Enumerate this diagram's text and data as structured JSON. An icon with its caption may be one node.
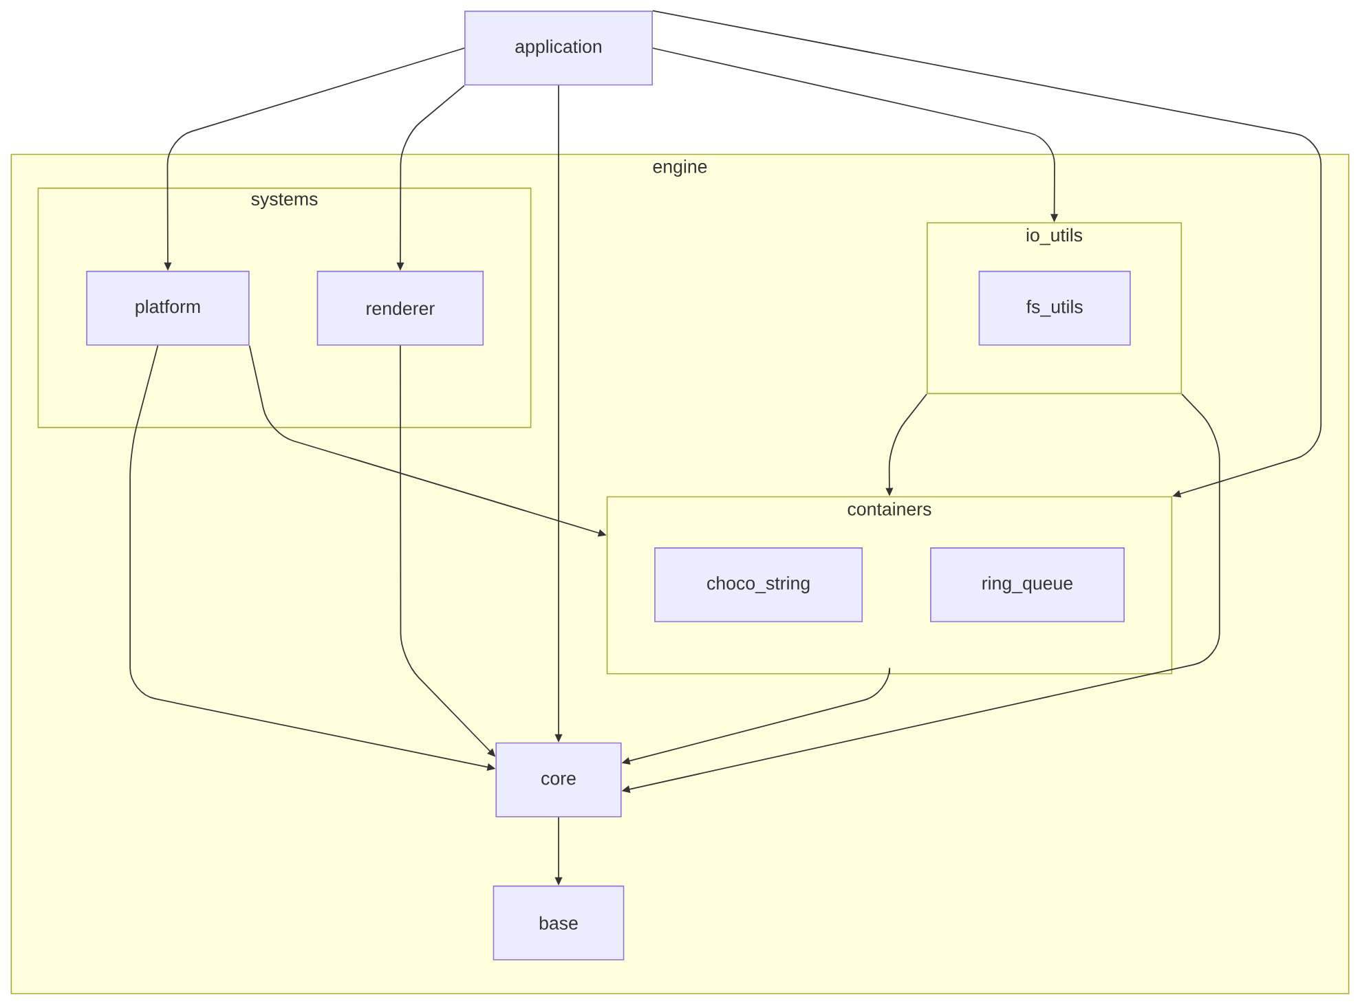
{
  "diagram": {
    "nodes": [
      {
        "text": [
          "application"
        ]
      },
      {
        "text": [
          "engine"
        ]
      },
      {
        "text": [
          "systems"
        ],
        "in": 1
      },
      {
        "text": [
          "platform"
        ],
        "in": 2
      },
      {
        "text": [
          "renderer"
        ],
        "in": 2
      },
      {
        "text": [
          "io_utils"
        ],
        "in": 1
      },
      {
        "text": [
          "fs_utils"
        ],
        "in": 5
      },
      {
        "text": [
          "containers"
        ],
        "in": 1
      },
      {
        "text": [
          "choco_string"
        ],
        "in": 7
      },
      {
        "text": [
          "ring_queue"
        ],
        "in": 7
      },
      {
        "text": [
          "core"
        ],
        "in": 1
      },
      {
        "text": [
          "base"
        ],
        "in": 1
      }
    ],
    "edges": [
      {
        "from": 0,
        "to": 3,
        "arrow": "to"
      },
      {
        "from": 0,
        "to": 4,
        "arrow": "to"
      },
      {
        "from": 0,
        "to": 10,
        "arrow": "to"
      },
      {
        "from": 0,
        "to": 5,
        "arrow": "to"
      },
      {
        "from": 0,
        "to": 7,
        "arrow": "to"
      },
      {
        "from": 3,
        "to": 10,
        "arrow": "to"
      },
      {
        "from": 3,
        "to": 7,
        "arrow": "to"
      },
      {
        "from": 4,
        "to": 10,
        "arrow": "to"
      },
      {
        "from": 5,
        "to": 7,
        "arrow": "to"
      },
      {
        "from": 5,
        "to": 10,
        "arrow": "to"
      },
      {
        "from": 7,
        "to": 10,
        "arrow": "to"
      },
      {
        "from": 10,
        "to": 11,
        "arrow": "to"
      }
    ]
  }
}
